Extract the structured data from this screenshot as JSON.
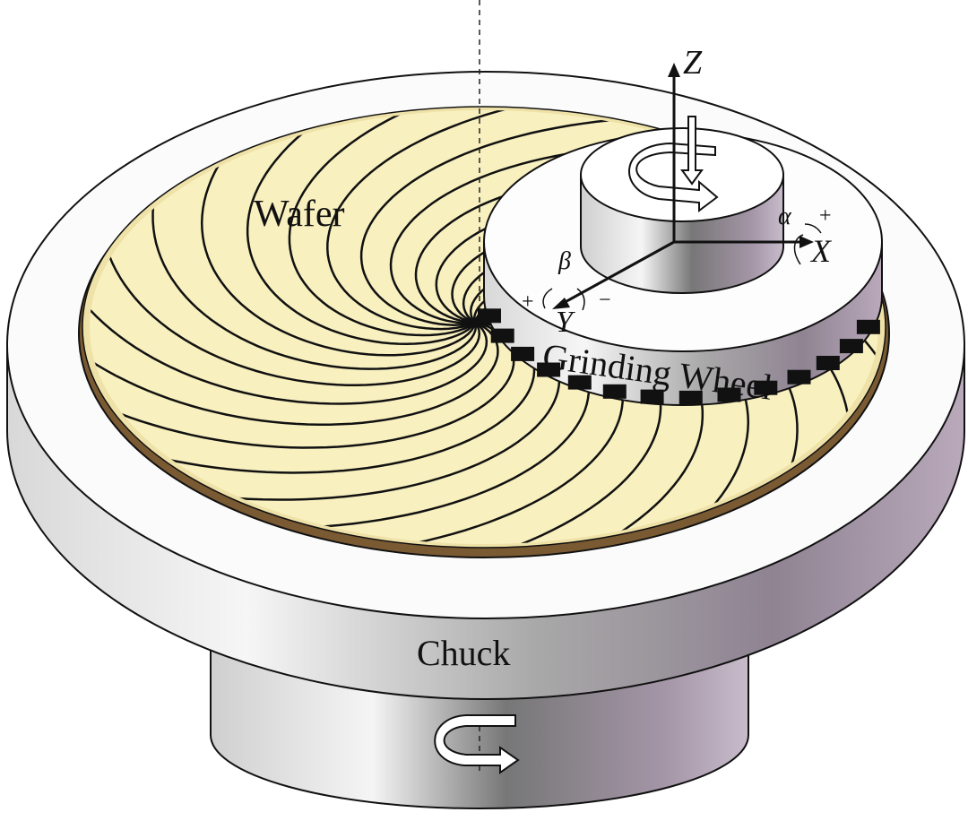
{
  "labels": {
    "wafer": "Wafer",
    "grinding_wheel": "Grinding Wheel",
    "chuck": "Chuck",
    "axis_z": "Z",
    "axis_x": "X",
    "axis_y": "Y",
    "alpha": "α",
    "beta": "β",
    "plus_alpha": "+",
    "plus_beta": "+",
    "minus_beta": "−"
  },
  "colors": {
    "wafer_fill": "#f8f0bf",
    "wafer_rim": "#8a6a3a",
    "chuck_light": "#f4f4f4",
    "chuck_dark": "#9a8c9a",
    "spiral_line": "#111111"
  },
  "spiral_count": 24
}
